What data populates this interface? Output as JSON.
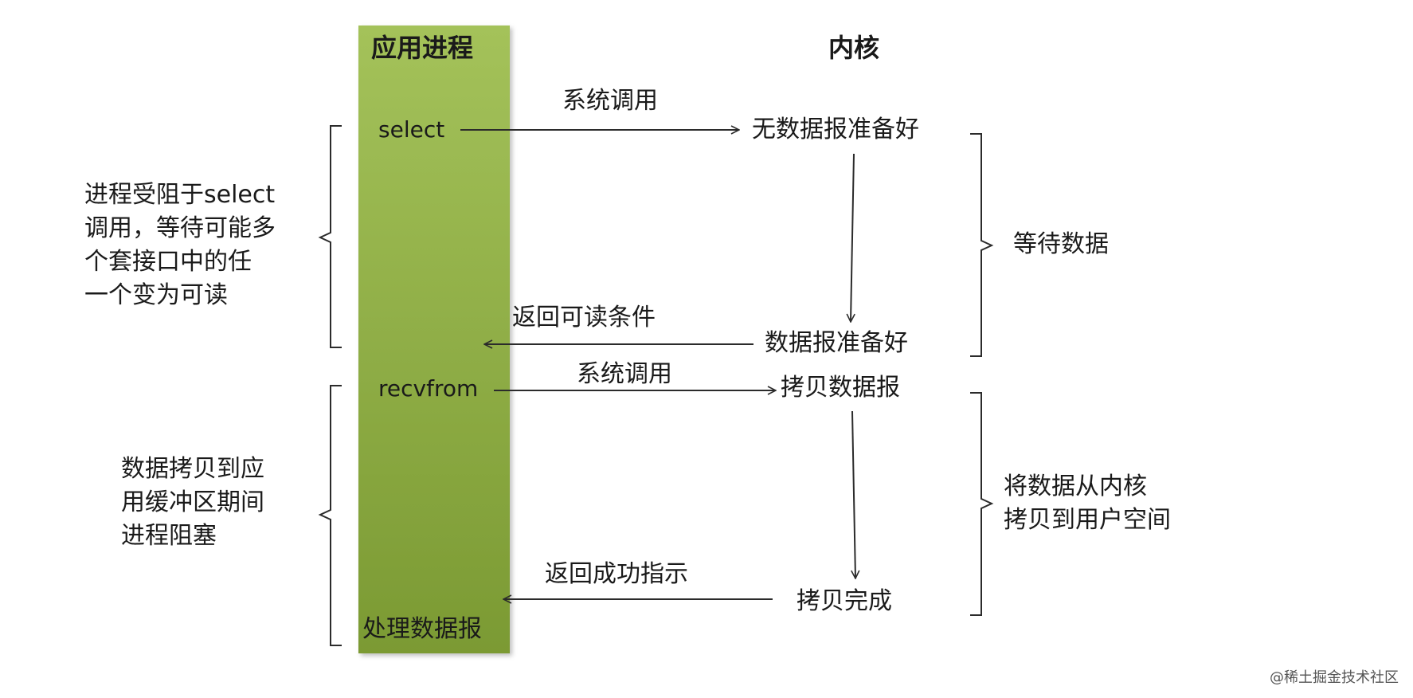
{
  "process_column": {
    "title": "应用进程",
    "select": "select",
    "recvfrom": "recvfrom",
    "process": "处理数据报"
  },
  "kernel_column": {
    "title": "内核",
    "no_datagram_ready": "无数据报准备好",
    "datagram_ready": "数据报准备好",
    "copy_datagram": "拷贝数据报",
    "copy_complete": "拷贝完成"
  },
  "arrows": {
    "syscall_1": "系统调用",
    "return_readable": "返回可读条件",
    "syscall_2": "系统调用",
    "return_success": "返回成功指示"
  },
  "left_notes": {
    "select_block": [
      "进程受阻于select",
      "调用，等待可能多",
      "个套接口中的任",
      "一个变为可读"
    ],
    "copy_block": [
      "数据拷贝到应",
      "用缓冲区期间",
      "进程阻塞"
    ]
  },
  "right_notes": {
    "wait_data": "等待数据",
    "copy_to_user": [
      "将数据从内核",
      "拷贝到用户空间"
    ]
  },
  "watermark": "@稀土掘金技术社区",
  "colors": {
    "bar_top": "#a4c25a",
    "bar_bottom": "#7b9a33",
    "line": "#2b2b2b"
  }
}
